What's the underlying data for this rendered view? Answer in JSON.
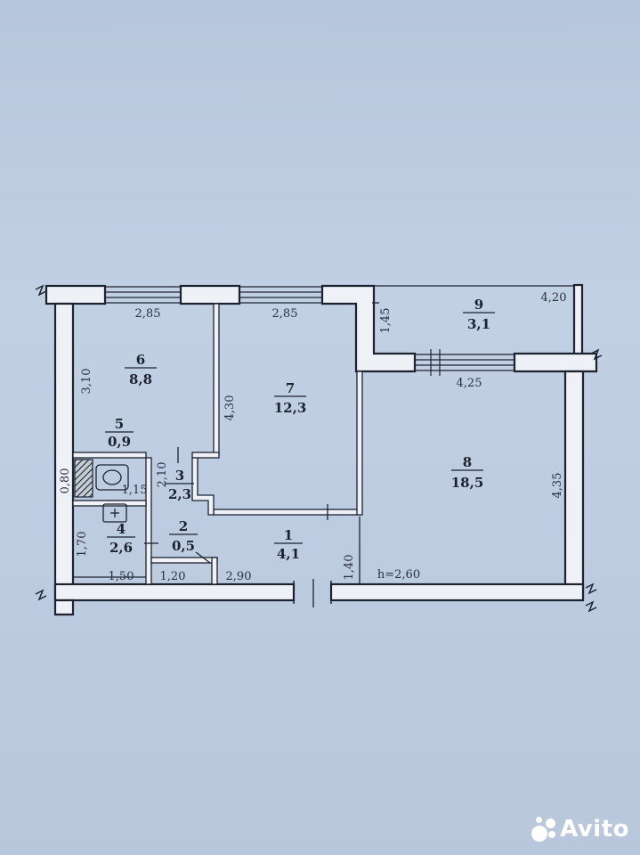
{
  "rooms": [
    {
      "id": "1",
      "area": "4,1"
    },
    {
      "id": "2",
      "area": "0,5"
    },
    {
      "id": "3",
      "area": "2,3"
    },
    {
      "id": "4",
      "area": "2,6"
    },
    {
      "id": "5",
      "area": "0,9"
    },
    {
      "id": "6",
      "area": "8,8"
    },
    {
      "id": "7",
      "area": "12,3"
    },
    {
      "id": "8",
      "area": "18,5"
    },
    {
      "id": "9",
      "area": "3,1"
    }
  ],
  "dimensions": {
    "d_285_a": "2,85",
    "d_285_b": "2,85",
    "d_145": "1,45",
    "d_420": "4,20",
    "d_310": "3,10",
    "d_430": "4,30",
    "d_425": "4,25",
    "d_435": "4,35",
    "d_210": "2,10",
    "d_080": "0,80",
    "d_115": "1,15",
    "d_170": "1,70",
    "d_150": "1,50",
    "d_120": "1,20",
    "d_290": "2,90",
    "d_140": "1,40",
    "height": "h=2,60"
  },
  "watermark": "Avito",
  "colors": {
    "ink": "#1c2230",
    "wall": "#eef1f6",
    "paper": "#bdcbe0"
  }
}
